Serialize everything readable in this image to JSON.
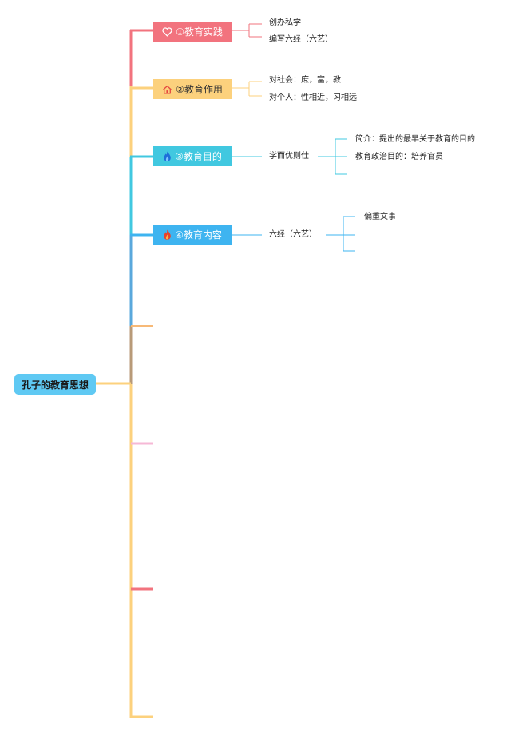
{
  "root": {
    "label": "孔子的教育思想"
  },
  "topics": [
    {
      "label": "①教育实践",
      "icon": "heart-icon",
      "color": "#f2737e"
    },
    {
      "label": "②教育作用",
      "icon": "house-icon",
      "color": "#fcd17d"
    },
    {
      "label": "③教育目的",
      "icon": "flame-icon",
      "color": "#41c8e0"
    },
    {
      "label": "④教育内容",
      "icon": "flame-icon",
      "color": "#3eb4f0"
    }
  ],
  "details": {
    "practice": [
      "创办私学",
      "编写六经（六艺）"
    ],
    "role": [
      "对社会：庶，富，教",
      "对个人：性相近，习相远"
    ],
    "goal": {
      "label": "学而优则仕",
      "children": [
        "简介：提出的最早关于教育的目的",
        "教育政治目的：培养官员"
      ]
    },
    "content": {
      "label": "六经（六艺）",
      "children": [
        "偏重文事"
      ]
    }
  },
  "colors": {
    "red": "#f2737e",
    "yellow": "#fcd17d",
    "teal": "#41c8e0",
    "blue": "#3eb4f0",
    "pink": "#f6b8d6",
    "orange": "#f7b977"
  }
}
